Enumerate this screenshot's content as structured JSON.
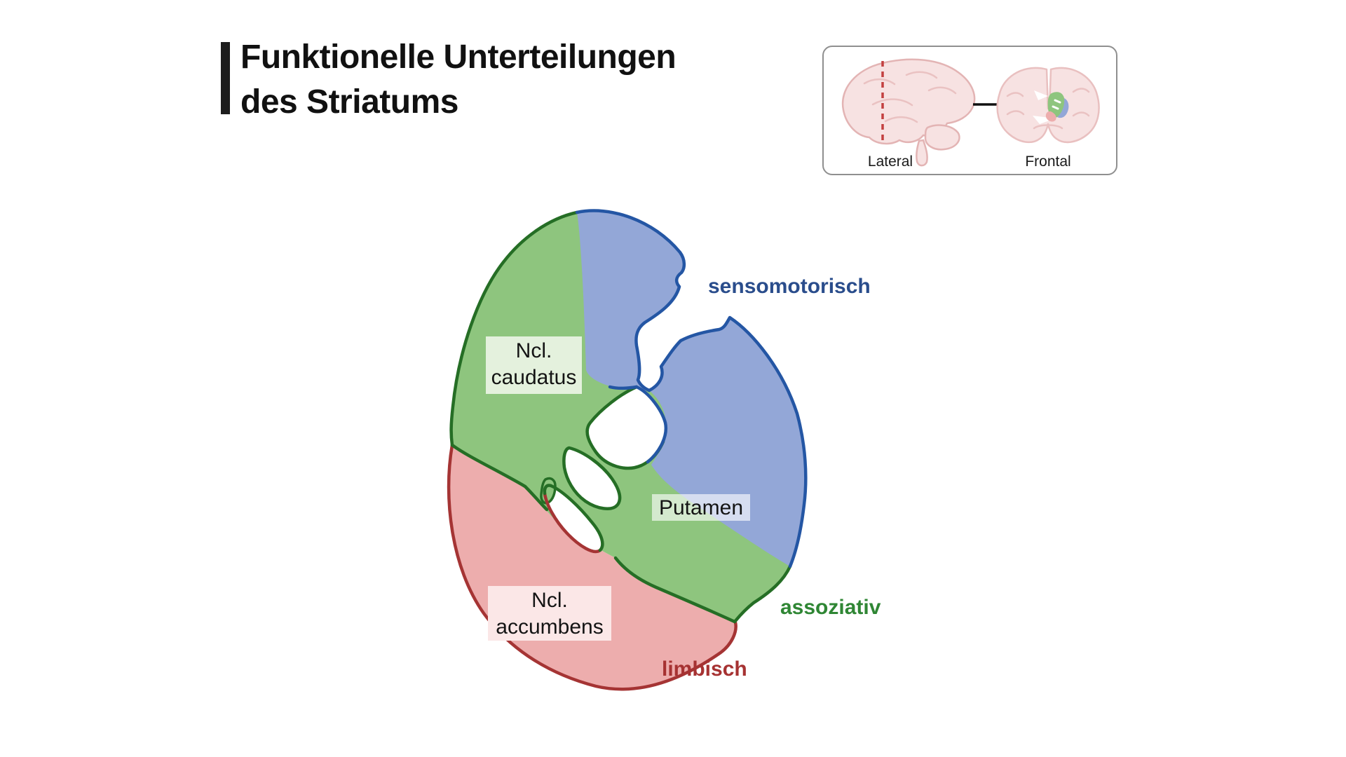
{
  "title": {
    "line1": "Funktionelle Unterteilungen",
    "line2": "des Striatums"
  },
  "inset": {
    "lateral_label": "Lateral",
    "frontal_label": "Frontal"
  },
  "diagram": {
    "labels": {
      "caudatus": "Ncl.\ncaudatus",
      "putamen": "Putamen",
      "accumbens": "Ncl.\naccumbens",
      "sensomotorisch": "sensomotorisch",
      "assoziativ": "assoziativ",
      "limbisch": "limbisch"
    },
    "colors": {
      "associative_fill": "#8ec57e",
      "associative_outline": "#256e25",
      "sensorimotor_fill": "#93a7d7",
      "sensorimotor_outline": "#2456a4",
      "limbic_fill": "#edadad",
      "limbic_outline": "#a53434",
      "caudatus_label_bg": "#e4f1dd",
      "accumbens_label_bg": "#fbe7e7",
      "sensomotorisch_text": "#2a4d8c",
      "assoziativ_text": "#2f8634",
      "limbisch_text": "#a63232",
      "brain_fill": "#f7e2e2",
      "brain_outline": "#e3b4b4",
      "section_line": "#c34040"
    }
  }
}
